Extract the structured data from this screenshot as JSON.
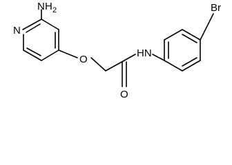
{
  "structure": {
    "atom_labels": {
      "amine_n": "N",
      "amine_h": "H",
      "amine_sub": "2",
      "pyridine_n": "N",
      "ether_o": "O",
      "amide_nh": "HN",
      "carbonyl_o": "O",
      "bromine": "Br"
    },
    "line_color": "#000000",
    "background": "#ffffff"
  }
}
